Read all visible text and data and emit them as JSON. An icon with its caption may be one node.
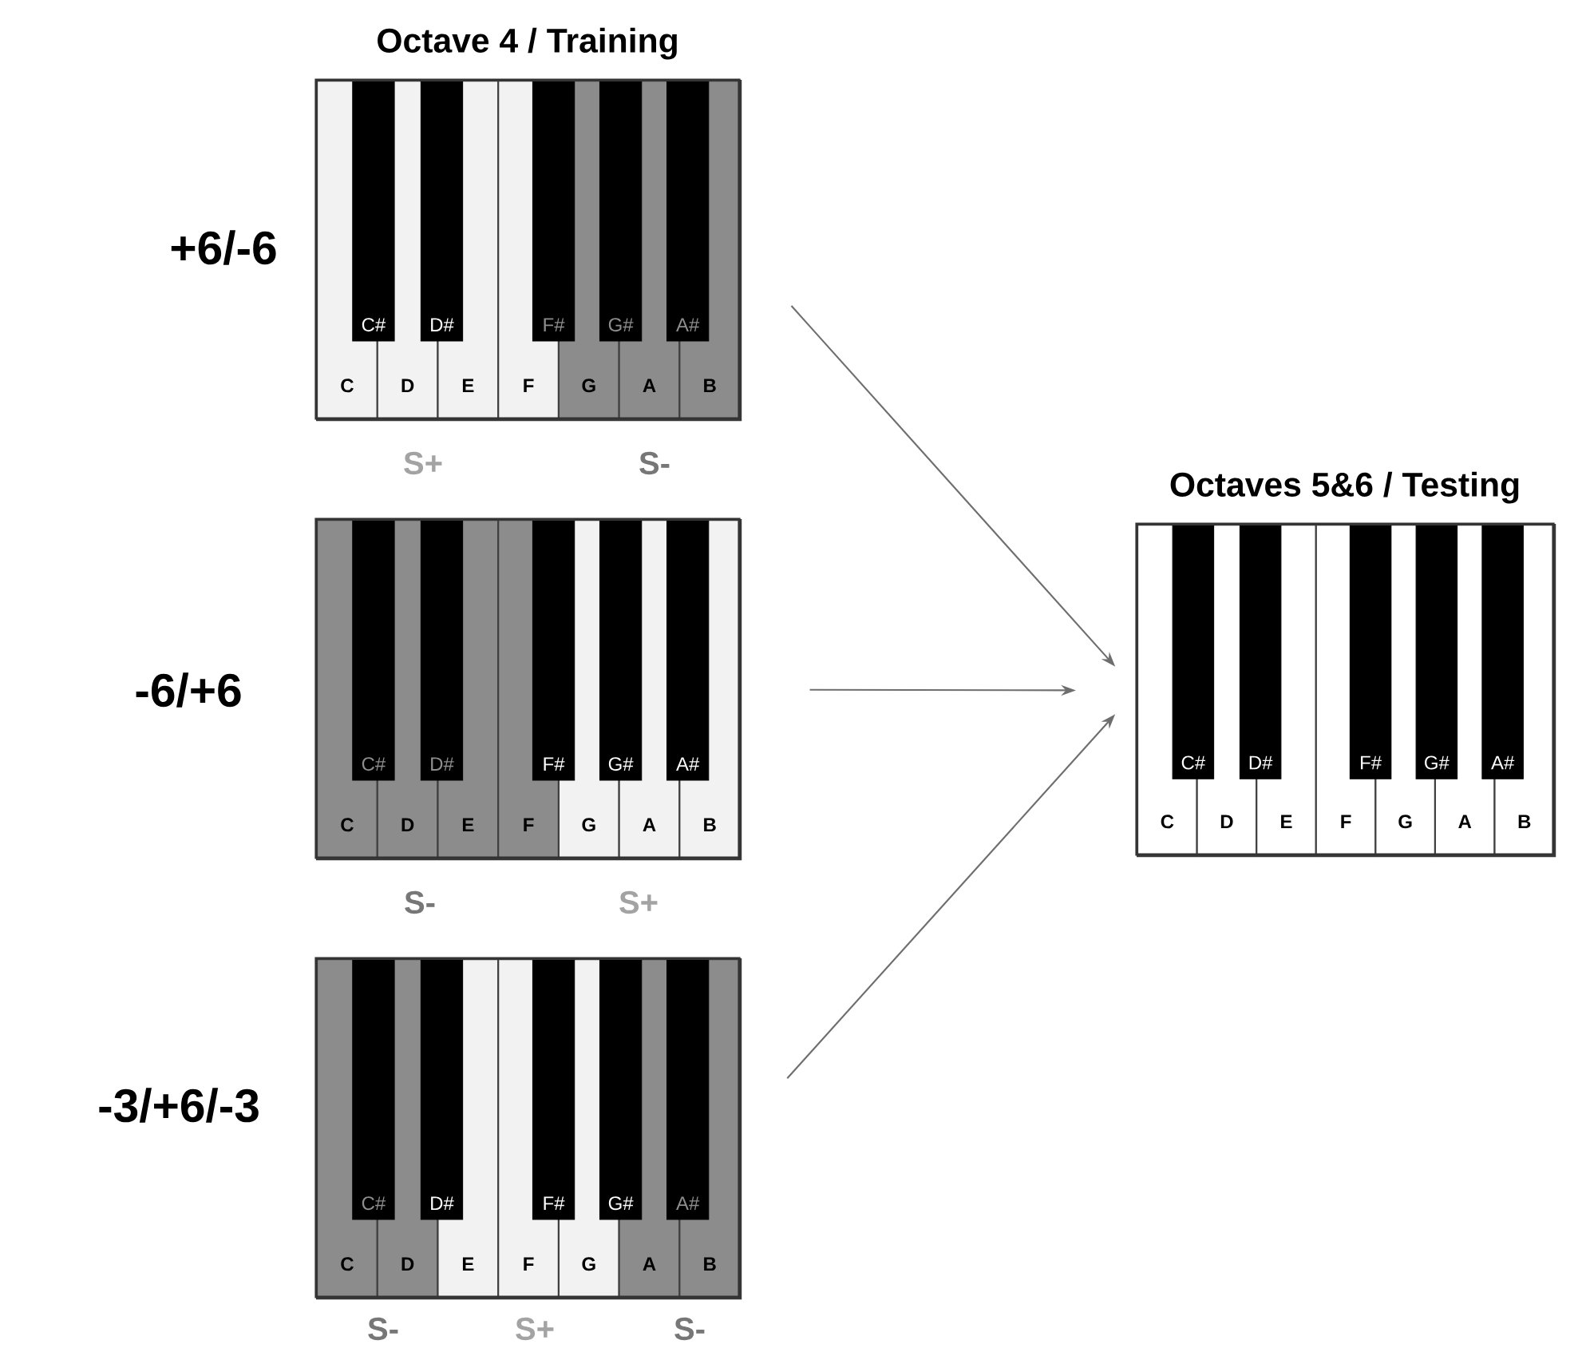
{
  "diagram": {
    "nodes": [
      {
        "text": [
          "Octave 4 / Training"
        ],
        "beside": [
          "+6/-6",
          "S+",
          "S-"
        ]
      },
      {
        "text": [
          "C#"
        ],
        "in": 0
      },
      {
        "text": [
          "D#"
        ],
        "in": 0
      },
      {
        "text": [
          "F#"
        ],
        "in": 0
      },
      {
        "text": [
          "G#"
        ],
        "in": 0
      },
      {
        "text": [
          "A#"
        ],
        "in": 0
      },
      {
        "text": [
          "C"
        ],
        "in": 0
      },
      {
        "text": [
          "D"
        ],
        "in": 0
      },
      {
        "text": [
          "E"
        ],
        "in": 0
      },
      {
        "text": [
          "F"
        ],
        "in": 0
      },
      {
        "text": [
          "G"
        ],
        "in": 0
      },
      {
        "text": [
          "A"
        ],
        "in": 0
      },
      {
        "text": [
          "B"
        ],
        "in": 0
      },
      {
        "text": [],
        "shape": "box",
        "beside": [
          "-6/+6",
          "S-",
          "S+"
        ]
      },
      {
        "text": [
          "C#"
        ],
        "in": 13
      },
      {
        "text": [
          "D#"
        ],
        "in": 13
      },
      {
        "text": [
          "F#"
        ],
        "in": 13
      },
      {
        "text": [
          "G#"
        ],
        "in": 13
      },
      {
        "text": [
          "A#"
        ],
        "in": 13
      },
      {
        "text": [
          "C"
        ],
        "in": 13
      },
      {
        "text": [
          "D"
        ],
        "in": 13
      },
      {
        "text": [
          "E"
        ],
        "in": 13
      },
      {
        "text": [
          "F"
        ],
        "in": 13
      },
      {
        "text": [
          "G"
        ],
        "in": 13
      },
      {
        "text": [
          "A"
        ],
        "in": 13
      },
      {
        "text": [
          "B"
        ],
        "in": 13
      },
      {
        "text": [],
        "shape": "box",
        "beside": [
          "-3/+6/-3",
          "S-",
          "S+",
          "S-"
        ]
      },
      {
        "text": [
          "C#"
        ],
        "in": 26
      },
      {
        "text": [
          "D#"
        ],
        "in": 26
      },
      {
        "text": [
          "F#"
        ],
        "in": 26
      },
      {
        "text": [
          "G#"
        ],
        "in": 26
      },
      {
        "text": [
          "A#"
        ],
        "in": 26
      },
      {
        "text": [
          "C"
        ],
        "in": 26
      },
      {
        "text": [
          "D"
        ],
        "in": 26
      },
      {
        "text": [
          "E"
        ],
        "in": 26
      },
      {
        "text": [
          "F"
        ],
        "in": 26
      },
      {
        "text": [
          "G"
        ],
        "in": 26
      },
      {
        "text": [
          "A"
        ],
        "in": 26
      },
      {
        "text": [
          "B"
        ],
        "in": 26
      },
      {
        "text": [
          "Octaves 5&6 / Testing"
        ]
      },
      {
        "text": [
          "C#"
        ],
        "in": 39
      },
      {
        "text": [
          "D#"
        ],
        "in": 39
      },
      {
        "text": [
          "F#"
        ],
        "in": 39
      },
      {
        "text": [
          "G#"
        ],
        "in": 39
      },
      {
        "text": [
          "A#"
        ],
        "in": 39
      },
      {
        "text": [
          "C"
        ],
        "in": 39
      },
      {
        "text": [
          "D"
        ],
        "in": 39
      },
      {
        "text": [
          "E"
        ],
        "in": 39
      },
      {
        "text": [
          "F"
        ],
        "in": 39
      },
      {
        "text": [
          "G"
        ],
        "in": 39
      },
      {
        "text": [
          "A"
        ],
        "in": 39
      },
      {
        "text": [
          "B"
        ],
        "in": 39
      }
    ],
    "edges": [
      {
        "from": 0,
        "to": 39,
        "arrow": "to"
      },
      {
        "from": 13,
        "to": 39,
        "arrow": "to"
      },
      {
        "from": 26,
        "to": 39,
        "arrow": "to"
      }
    ]
  }
}
